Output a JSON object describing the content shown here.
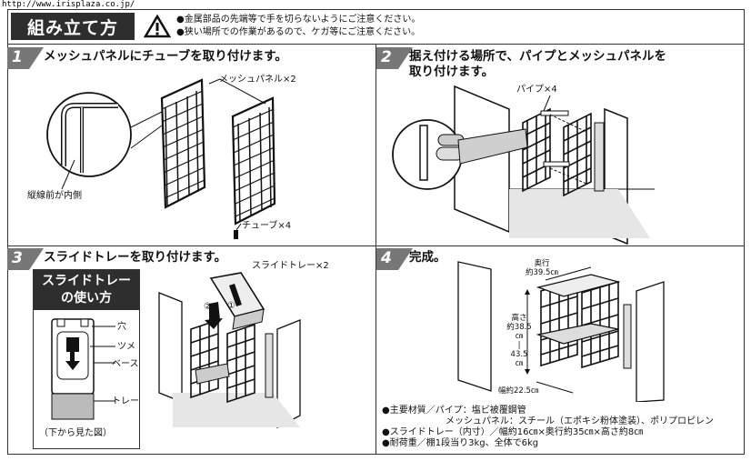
{
  "url": "http://www.irisplaza.co.jp/",
  "header": {
    "title": "組み立て方",
    "cautions": [
      "●金属部品の先端等で手を切らないようにご注意ください。",
      "●狭い場所での作業があるので、ケガ等にご注意ください。"
    ]
  },
  "steps": [
    {
      "num": "1",
      "text": "メッシュパネルにチューブを取り付けます。"
    },
    {
      "num": "2",
      "text_line1": "据え付ける場所で、パイプとメッシュパネルを",
      "text_line2": "取り付けます。"
    },
    {
      "num": "3",
      "text": "スライドトレーを取り付けます。"
    },
    {
      "num": "4",
      "text": "完成。"
    }
  ],
  "labels": {
    "mesh_panel": "メッシュパネル×2",
    "inner_side": "縦線前が内側",
    "tube": "チューブ×4",
    "pipe": "パイプ×4",
    "slide_tray": "スライドトレー×2",
    "circle1": "①",
    "circle2": "②",
    "depth_l1": "奥行",
    "depth_l2": "約39.5㎝",
    "height_l1": "高さ",
    "height_l2": "約38.5",
    "height_l3": "㎝",
    "height_l4": "43.5",
    "height_l5": "㎝",
    "width": "幅約22.5㎝"
  },
  "howto": {
    "title_line1": "スライドトレー",
    "title_line2": "の使い方",
    "hole": "穴",
    "tab": "ツメ",
    "base": "ベース",
    "tray": "トレー",
    "caption": "（下から見た図）"
  },
  "specs": [
    "●主要材質／パイプ：塩ビ被覆鋼管",
    "　　　　　　　メッシュパネル：スチール（エポキシ粉体塗装）、ポリプロピレン",
    "●スライドトレー（内寸）／幅約16㎝×奥行約35㎝×高さ約8㎝",
    "●耐荷重／棚1段当り3kg、全体で6kg"
  ]
}
